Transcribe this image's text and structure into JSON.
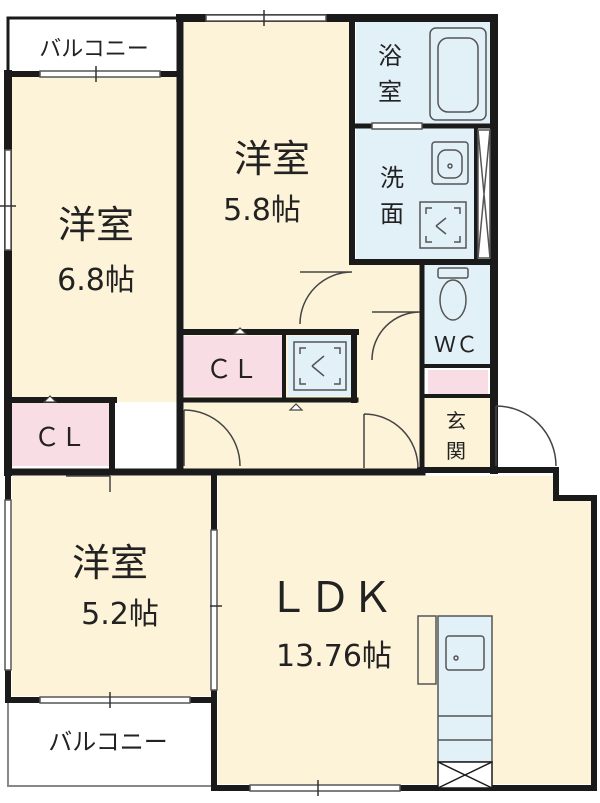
{
  "colors": {
    "wall": "#1a1a1a",
    "room_fill": "#fdf3d8",
    "closet_fill": "#f8dde5",
    "wet_fill": "#e2f0f8",
    "balcony_fill": "#ffffff",
    "fixture_line": "#555555"
  },
  "balcony_top": "バルコニー",
  "balcony_bottom": "バルコニー",
  "room_left": {
    "name": "洋室",
    "size": "6.8帖"
  },
  "room_center": {
    "name": "洋室",
    "size": "5.8帖"
  },
  "room_lower_left": {
    "name": "洋室",
    "size": "5.2帖"
  },
  "ldk": {
    "name": "ＬＤＫ",
    "size": "13.76帖"
  },
  "closet_left": "ＣＬ",
  "closet_center": "ＣＬ",
  "bath": [
    "浴",
    "室"
  ],
  "washroom": [
    "洗",
    "面"
  ],
  "wc": "ＷＣ",
  "entrance": [
    "玄",
    "関"
  ],
  "icons": [
    "bathtub-icon",
    "washbasin-icon",
    "washing-machine-pan-icon",
    "toilet-icon",
    "kitchen-sink-icon",
    "refrigerator-space-icon"
  ]
}
